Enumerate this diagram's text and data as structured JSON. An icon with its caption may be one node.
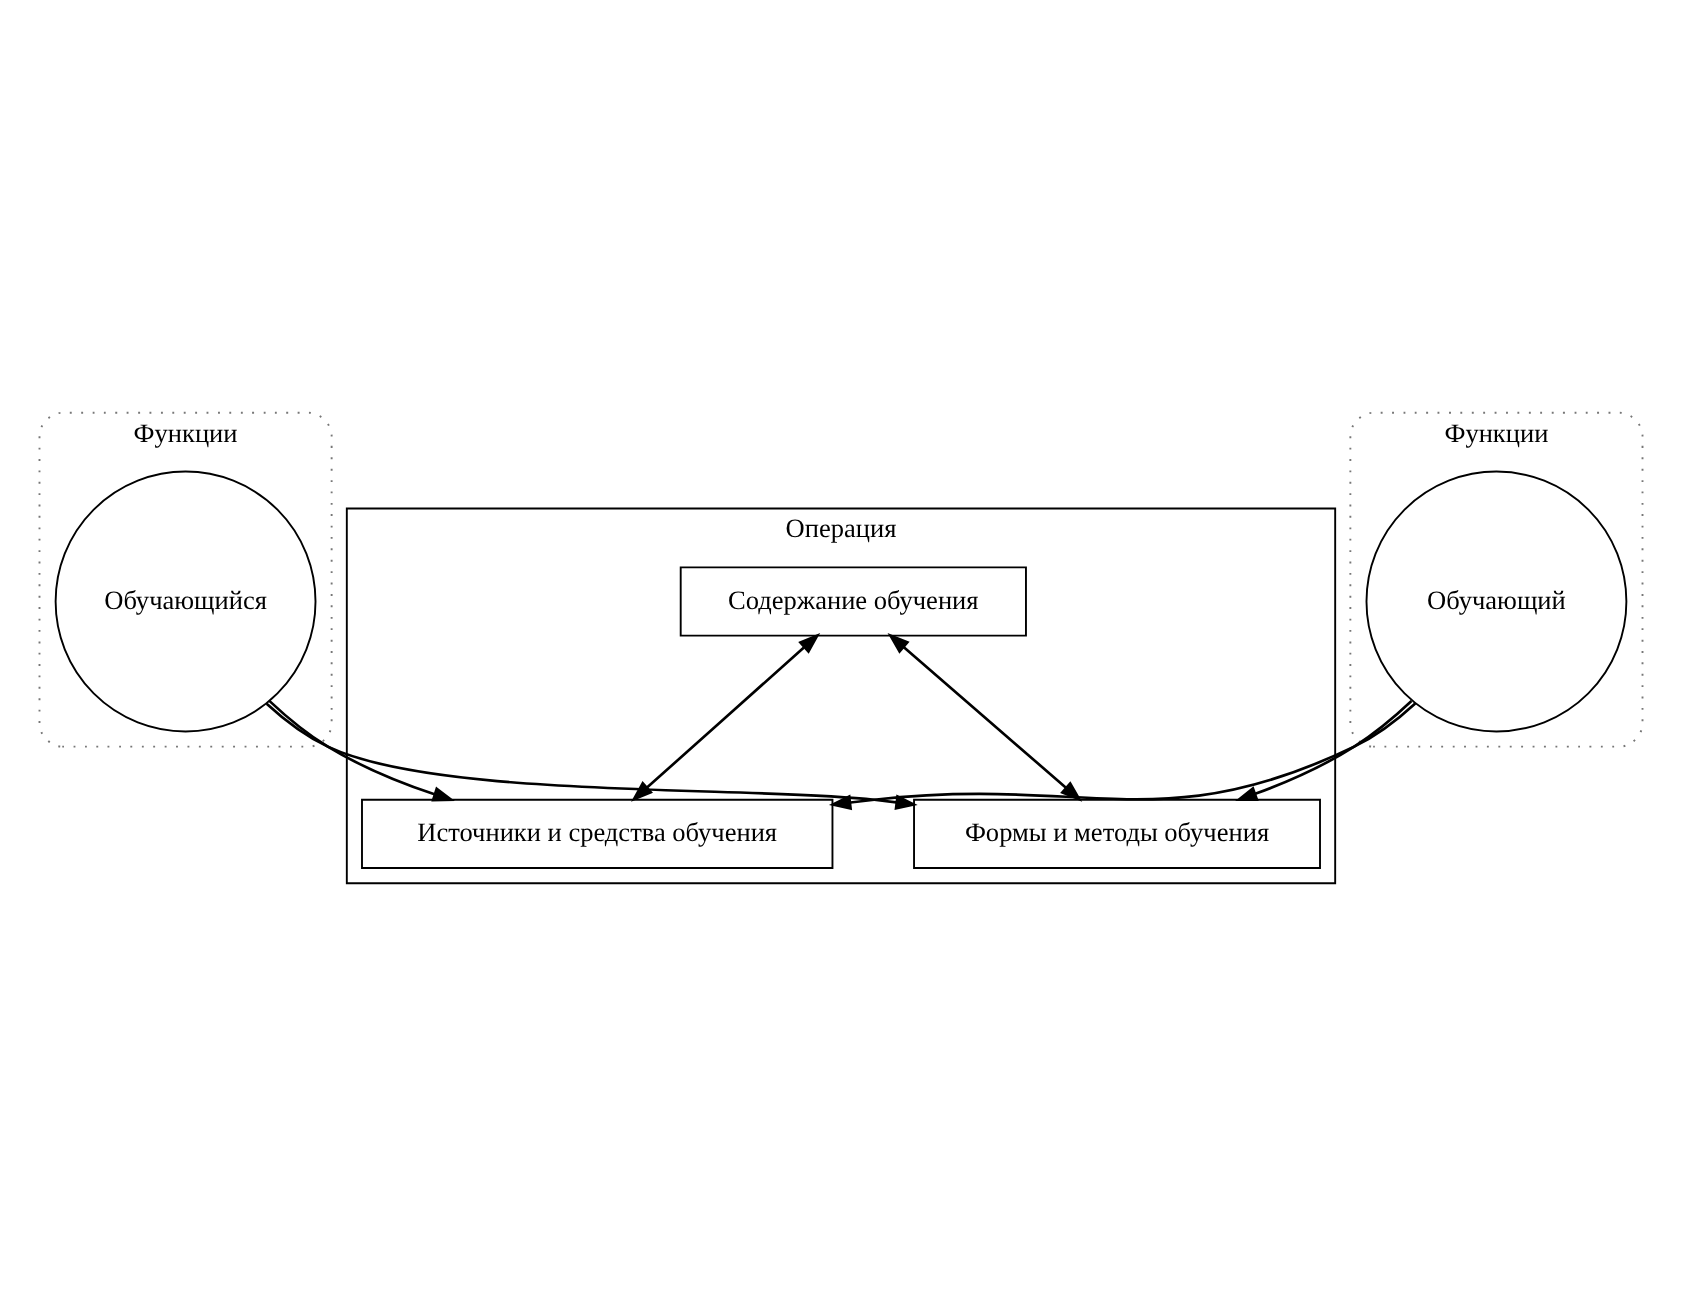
{
  "diagram": {
    "nodes": [
      {
        "text": [
          "Операция"
        ]
      },
      {
        "text": [
          "Источники и средства обучения"
        ],
        "in": 0
      },
      {
        "text": [
          "Содержание обучения"
        ],
        "in": 0
      },
      {
        "text": [
          "Формы и методы обучения"
        ],
        "in": 0
      },
      {
        "text": [
          "Функции"
        ]
      },
      {
        "text": [
          "Обучающийся"
        ],
        "in": 4
      },
      {
        "text": [
          "Функции"
        ]
      },
      {
        "text": [
          "Обучающий"
        ],
        "in": 6
      }
    ],
    "edges": [
      {
        "from": 5,
        "to": 1,
        "arrow": "to"
      },
      {
        "from": 5,
        "to": 3,
        "arrow": "to"
      },
      {
        "from": 2,
        "to": 1,
        "arrow": "both"
      },
      {
        "from": 2,
        "to": 3,
        "arrow": "both"
      },
      {
        "from": 7,
        "to": 1,
        "arrow": "to"
      },
      {
        "from": 7,
        "to": 3,
        "arrow": "to"
      }
    ]
  }
}
